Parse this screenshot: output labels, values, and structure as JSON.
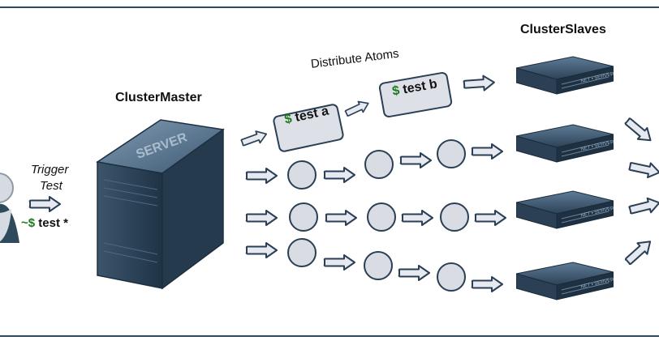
{
  "labels": {
    "trigger": "Trigger",
    "test": "Test",
    "command_prompt": "~$",
    "command_text": "test *",
    "master": "ClusterMaster",
    "slaves": "ClusterSlaves",
    "distribute": "Distribute Atoms"
  },
  "atoms": [
    {
      "prompt": "$",
      "text": "test a"
    },
    {
      "prompt": "$",
      "text": "test b"
    }
  ],
  "server_face_text": "SERVER",
  "slave_face_text": "NET • SERVER",
  "colors": {
    "rule": "#2f4a5c",
    "arrow_fill": "#e6e9ef",
    "arrow_stroke": "#2a3f55",
    "prompt_green": "#1d7a1d",
    "server_dark": "#2d4358",
    "server_light": "#8ea7bd",
    "atom_box": "#dde1e7"
  },
  "icons": [
    "user-icon",
    "server-icon",
    "rack-server-icon",
    "arrow-icon",
    "token-circle-icon"
  ]
}
